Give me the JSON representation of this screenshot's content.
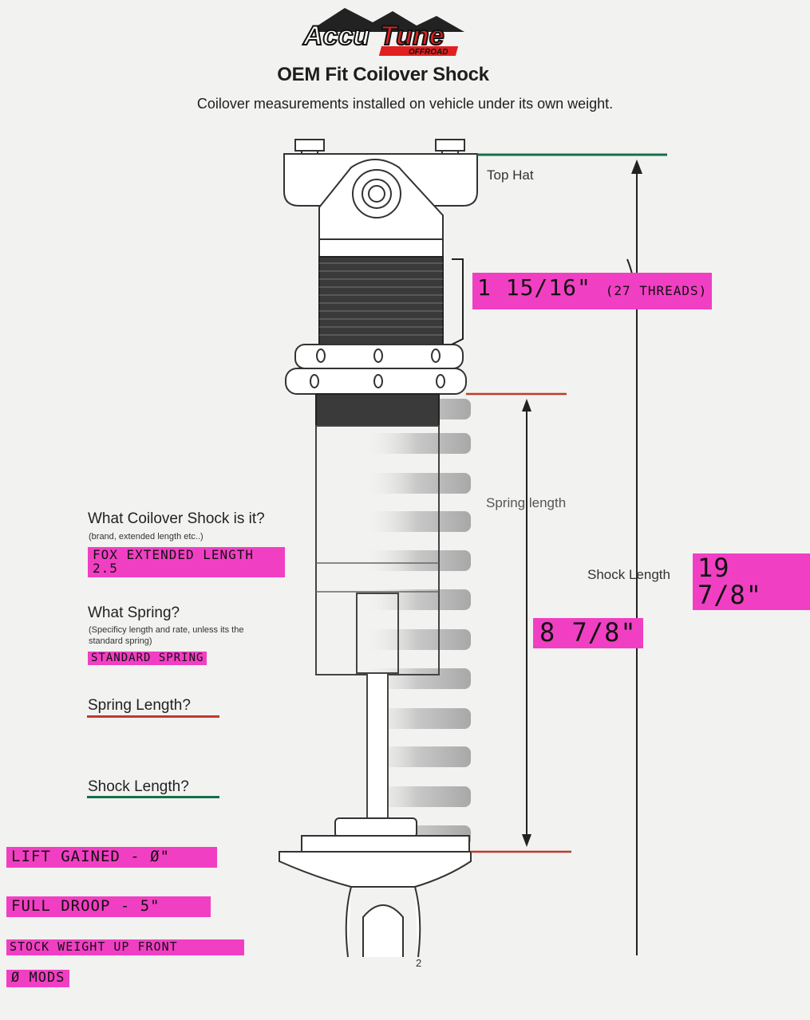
{
  "header": {
    "logo_name": "AccuTune Offroad",
    "title": "OEM Fit Coilover Shock",
    "subtitle": "Coilover measurements installed on vehicle under its own weight."
  },
  "diagram": {
    "top_hat_label": "Top Hat",
    "spring_length_label": "Spring length",
    "shock_length_label": "Shock Length"
  },
  "form": {
    "q1": "What Coilover Shock is it?",
    "q1_sub": "(brand, extended length etc..)",
    "q2": "What Spring?",
    "q2_sub": "(Specificy length and rate, unless its the standard spring)",
    "q3": "Spring Length?",
    "q4": "Shock Length?"
  },
  "handwriting": {
    "thread_measure": "1 15/16\"",
    "thread_count": "(27 THREADS)",
    "shock_length_value": "19 7/8\"",
    "spring_length_value": "8 7/8\"",
    "coilover_answer": "FOX EXTENDED LENGTH 2.5",
    "spring_answer": "STANDARD SPRING",
    "lift_gained": "LIFT GAINED - Ø\"",
    "full_droop": "FULL DROOP - 5\"",
    "stock_weight": "STOCK WEIGHT UP FRONT",
    "mods": "Ø MODS"
  },
  "colors": {
    "highlighter": "#f13fc3",
    "red_line": "#c0392b",
    "green_line": "#15704a"
  },
  "page_number": "2"
}
